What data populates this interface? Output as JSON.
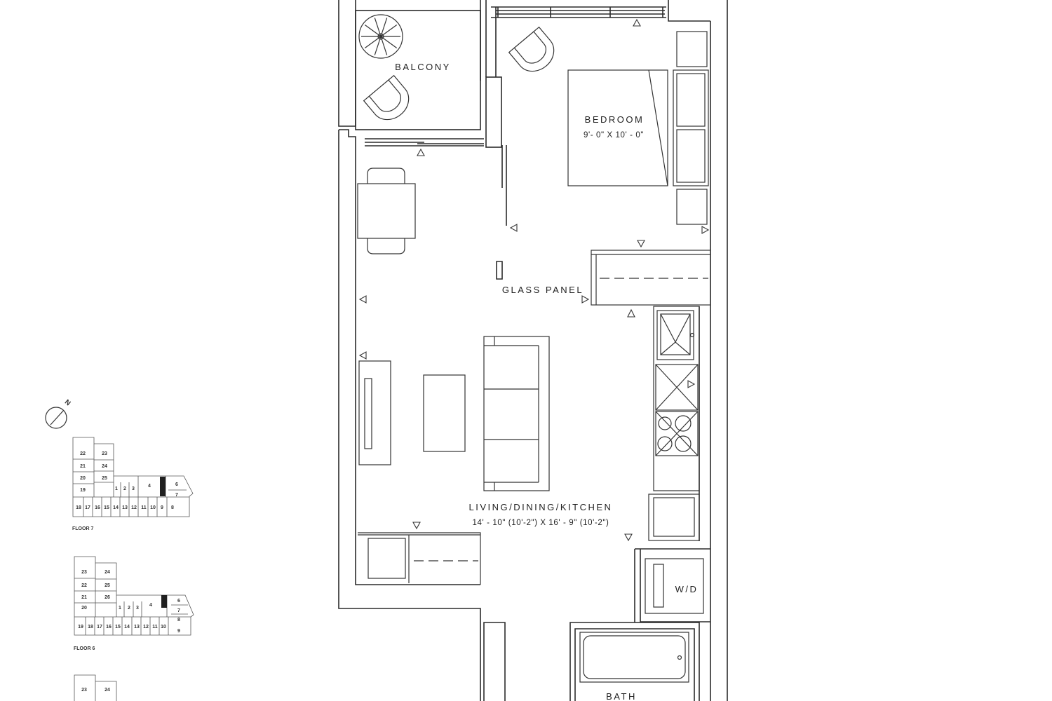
{
  "plan": {
    "rooms": {
      "balcony": {
        "label": "BALCONY"
      },
      "bedroom": {
        "label": "BEDROOM",
        "dimensions": "9'- 0\" X 10' - 0\""
      },
      "glass_panel": {
        "label": "GLASS PANEL"
      },
      "living": {
        "label": "LIVING/DINING/KITCHEN",
        "dimensions": "14' - 10\" (10'-2\") X 16' - 9\" (10'-2\")"
      },
      "laundry": {
        "label": "W/D"
      },
      "bath": {
        "label": "BATH"
      }
    }
  },
  "compass": {
    "label": "N"
  },
  "key_plans": [
    {
      "floor_label": "FLOOR 7",
      "units": [
        "22",
        "23",
        "21",
        "24",
        "20",
        "25",
        "19",
        "1",
        "2",
        "3",
        "4",
        "6",
        "7",
        "18",
        "17",
        "16",
        "15",
        "14",
        "13",
        "12",
        "11",
        "10",
        "9",
        "8"
      ]
    },
    {
      "floor_label": "FLOOR 6",
      "units": [
        "23",
        "24",
        "22",
        "25",
        "21",
        "26",
        "20",
        "1",
        "2",
        "3",
        "4",
        "6",
        "7",
        "8",
        "9",
        "19",
        "18",
        "17",
        "16",
        "15",
        "14",
        "13",
        "12",
        "11",
        "10"
      ]
    },
    {
      "units": [
        "23",
        "24"
      ]
    }
  ],
  "colors": {
    "line": "#2b2b2b",
    "background": "#ffffff",
    "highlighted_unit": "#1f1f1f"
  }
}
